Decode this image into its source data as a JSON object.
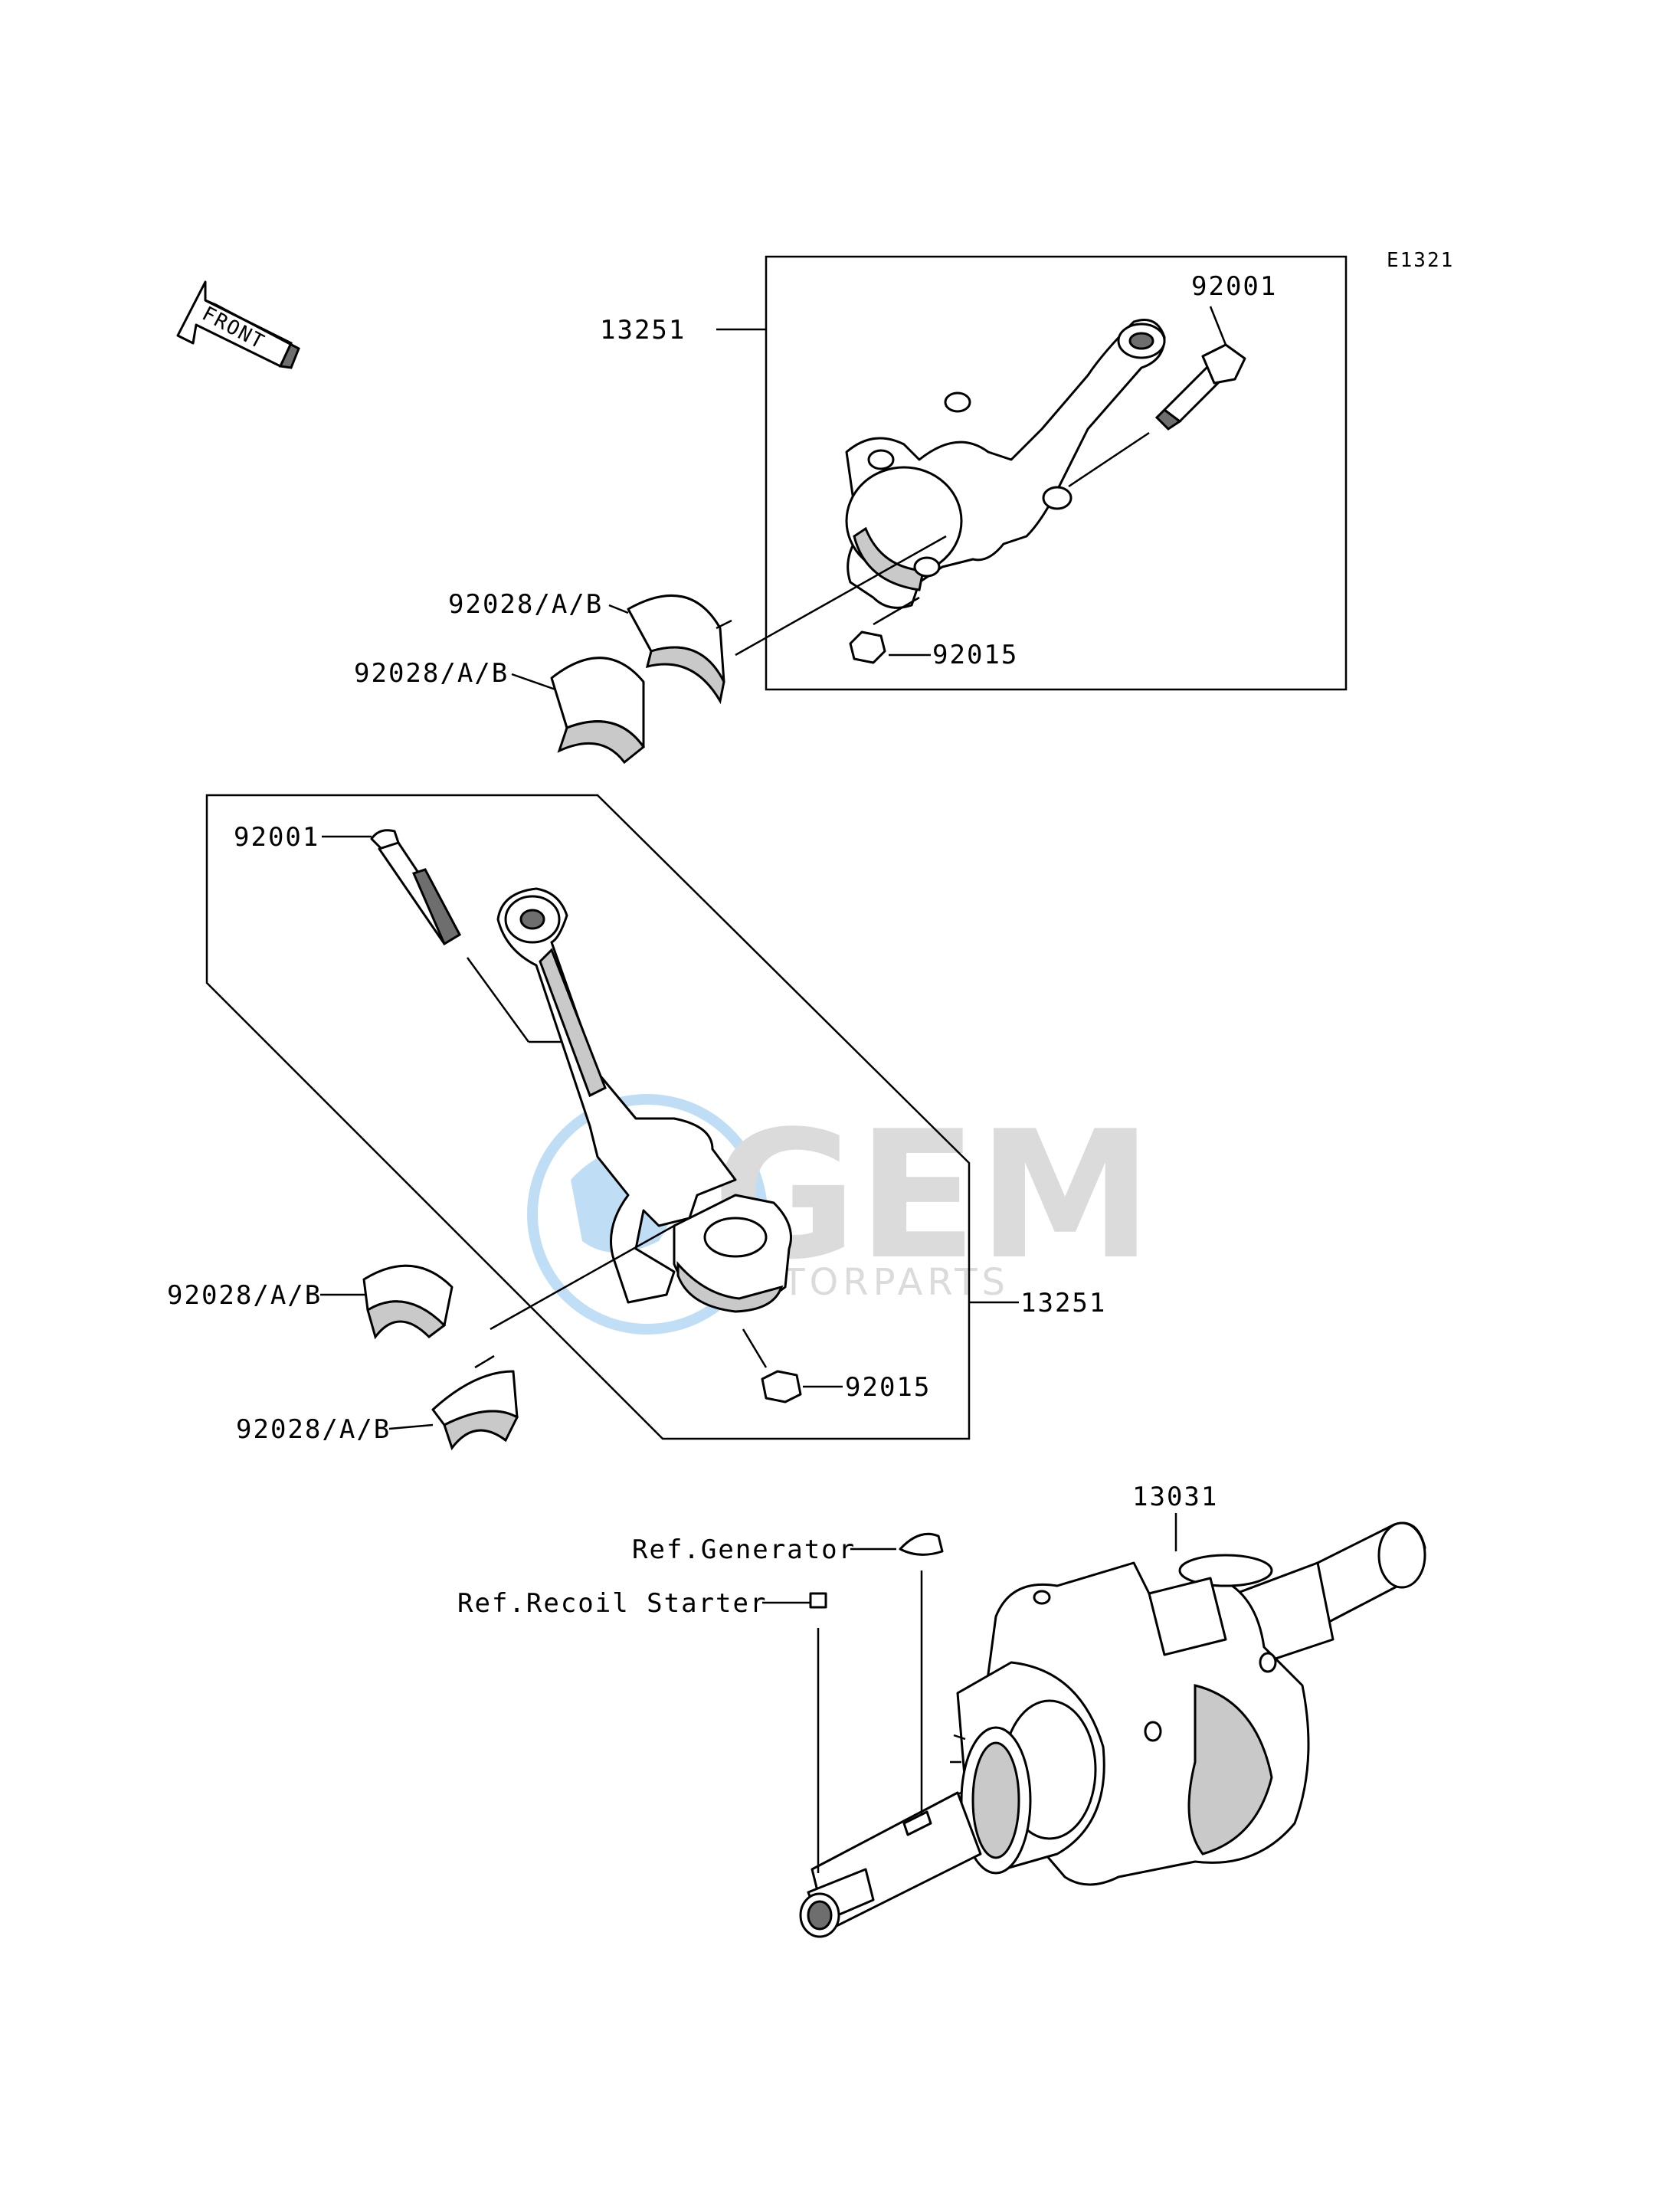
{
  "diagram": {
    "code": "E1321",
    "front_label": "FRONT",
    "watermark": {
      "brand": "GEM",
      "sub": "MOTORPARTS",
      "color": "#1e88e5"
    },
    "parts": {
      "conrod_assy_top": "13251",
      "bolt_top": "92001",
      "nut_top": "92015",
      "bearing_top_1": "92028/A/B",
      "bearing_top_2": "92028/A/B",
      "bolt_lower": "92001",
      "conrod_assy_lower": "13251",
      "nut_lower": "92015",
      "bearing_lower_1": "92028/A/B",
      "bearing_lower_2": "92028/A/B",
      "crankshaft": "13031"
    },
    "references": {
      "generator": "Ref.Generator",
      "recoil_starter": "Ref.Recoil Starter"
    }
  }
}
